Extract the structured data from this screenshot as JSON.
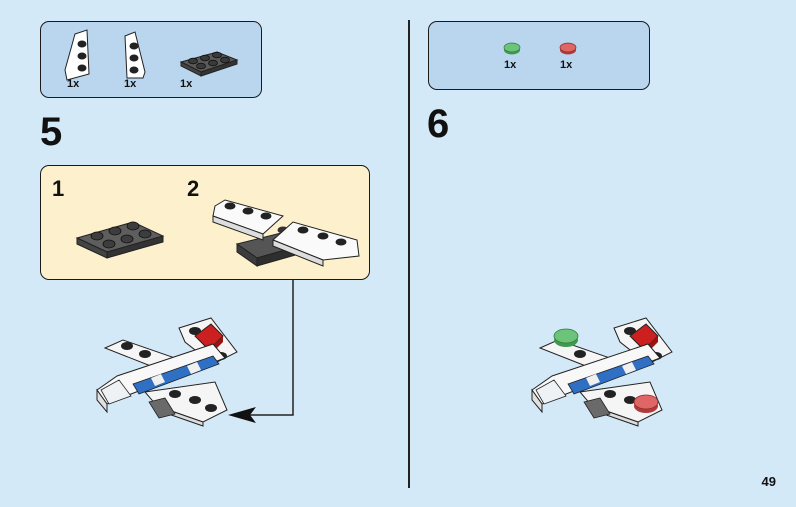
{
  "page": {
    "number": "49",
    "background": "#d4e9f7"
  },
  "steps": [
    {
      "number": "5",
      "parts": [
        {
          "name": "white wedge plate 3x2 left",
          "qty": "1x",
          "color": "#ffffff"
        },
        {
          "name": "white wedge plate 3x2 right",
          "qty": "1x",
          "color": "#ffffff"
        },
        {
          "name": "dark grey plate 2x3",
          "qty": "1x",
          "color": "#555555"
        }
      ],
      "substeps": [
        {
          "number": "1",
          "description": "dark grey 2x3 plate"
        },
        {
          "number": "2",
          "description": "attach two white wedge plates on grey plate"
        }
      ]
    },
    {
      "number": "6",
      "parts": [
        {
          "name": "green round tile 1x1",
          "qty": "1x",
          "color": "#5cb85c"
        },
        {
          "name": "red round tile 1x1",
          "qty": "1x",
          "color": "#d9534f"
        }
      ]
    }
  ],
  "colors": {
    "parts_box": "#b9d6ee",
    "substep_box": "#fdf0cc",
    "brick_red": "#cc1f1f",
    "window_blue": "#2f6fc4"
  }
}
